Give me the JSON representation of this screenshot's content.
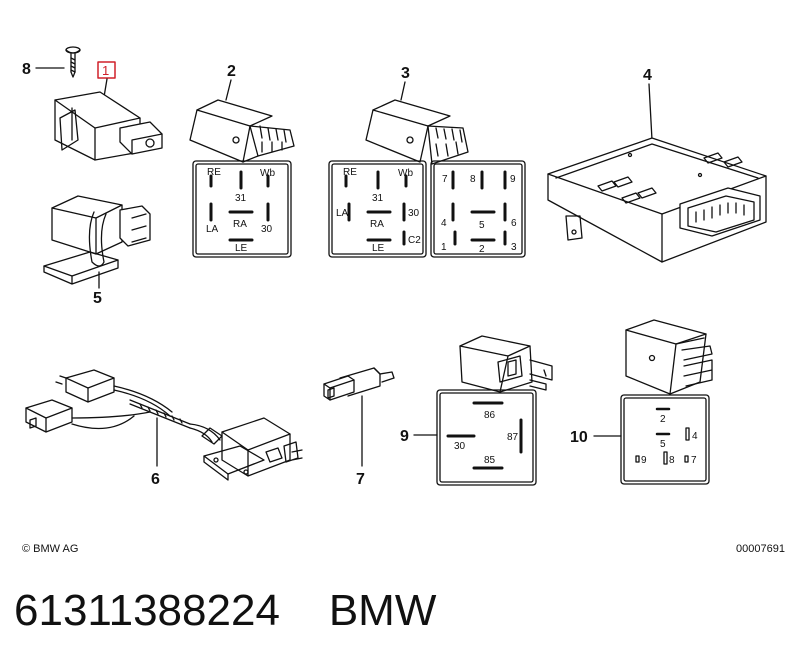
{
  "parts": {
    "p1": "1",
    "p2": "2",
    "p3": "3",
    "p4": "4",
    "p5": "5",
    "p6": "6",
    "p7": "7",
    "p8": "8",
    "p9": "9",
    "p10": "10"
  },
  "pins_2": {
    "re": "RE",
    "wb": "Wb",
    "t31": "31",
    "la": "LA",
    "ra": "RA",
    "t30": "30",
    "le": "LE"
  },
  "pins_3a": {
    "re": "RE",
    "wb": "Wb",
    "t31": "31",
    "la": "LA",
    "ra": "RA",
    "t30": "30",
    "le": "LE",
    "c2": "C2"
  },
  "pins_3b": {
    "n7": "7",
    "n8": "8",
    "n9": "9",
    "n4": "4",
    "n5": "5",
    "n6": "6",
    "n1": "1",
    "n2": "2",
    "n3": "3"
  },
  "pins_9": {
    "n86": "86",
    "n30": "30",
    "n87": "87",
    "n85": "85"
  },
  "pins_10": {
    "n2": "2",
    "n5": "5",
    "n4": "4",
    "n9": "9",
    "n8": "8",
    "n7": "7"
  },
  "footer": {
    "copyright": "© BMW AG",
    "drawing_no": "00007691"
  },
  "caption": {
    "part_number": "61311388224",
    "brand": "BMW"
  },
  "colors": {
    "highlight": "#d0202a",
    "ink": "#111111"
  }
}
